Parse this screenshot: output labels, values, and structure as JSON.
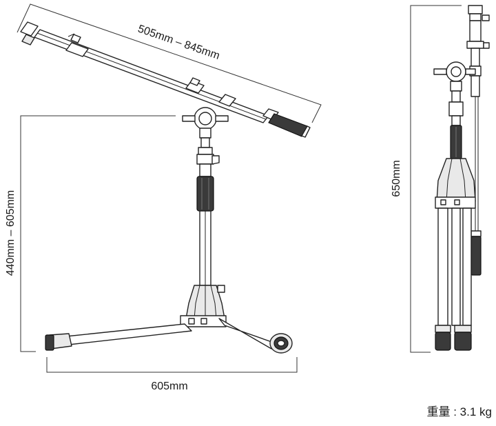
{
  "dimensions": {
    "boom_length": "505mm – 845mm",
    "height_range": "440mm – 605mm",
    "base_width": "605mm",
    "folded_height": "650mm"
  },
  "weight_label": "重量 : 3.1 kg"
}
